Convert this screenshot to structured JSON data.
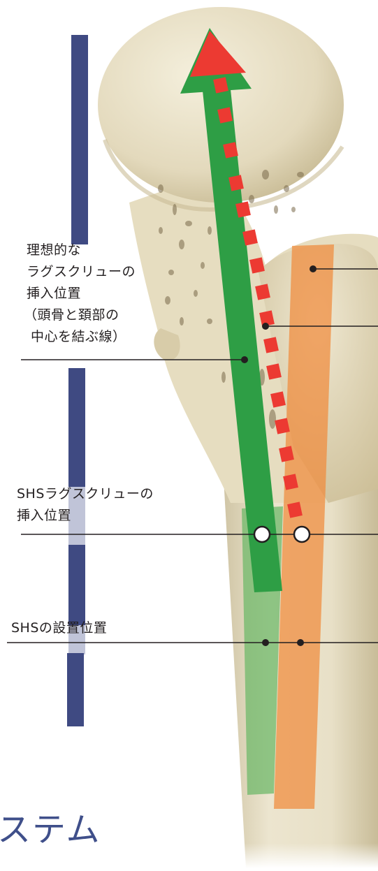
{
  "labels": {
    "ideal_insertion": {
      "line1": "理想的な",
      "line2": "ラグスクリューの",
      "line3": "挿入位置",
      "line4": "（頭骨と頚部の",
      "line5": "中心を結ぶ線）"
    },
    "shs_insertion": {
      "line1": "SHSラグスクリューの",
      "line2": "挿入位置"
    },
    "shs_placement": {
      "line1": "SHSの設置位置"
    }
  },
  "footer": {
    "text": "ステム"
  },
  "colors": {
    "axis_bar": "#3f4a82",
    "ideal_path": "#2e9e45",
    "ideal_arrow_head": "#2e9e45",
    "shs_dotted_path": "#ec3a32",
    "shs_arrow_head": "#ec3a32",
    "stem_band": "#f08a3c",
    "shs_band": "#6fb86a",
    "bone": "#e7dfc4",
    "bone_shadow": "#b9ad8a",
    "leader_line": "#231f20"
  }
}
